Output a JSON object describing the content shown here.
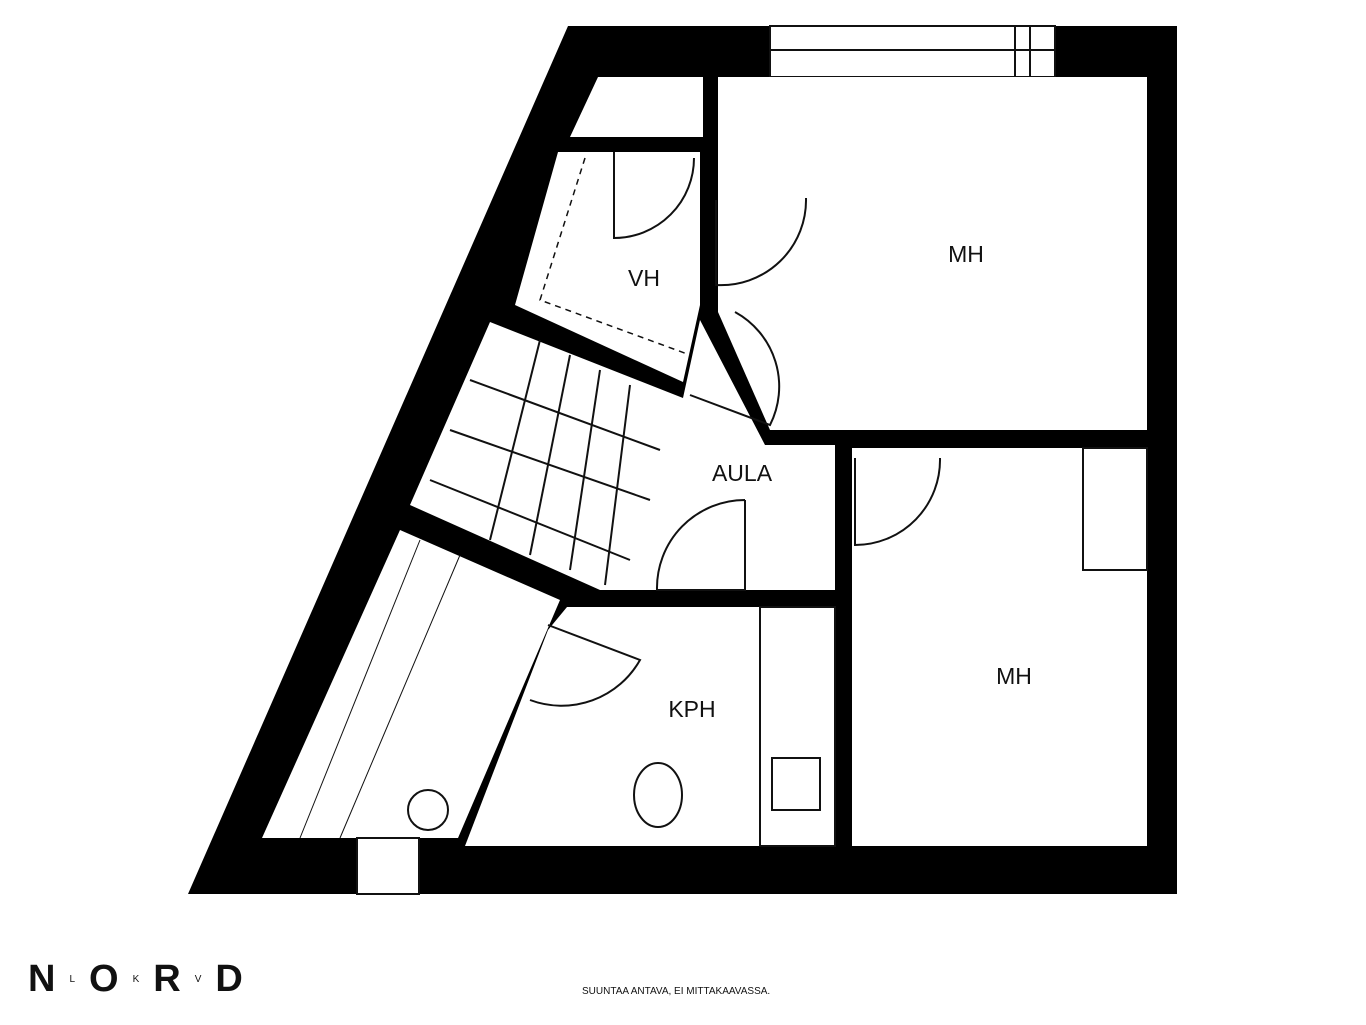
{
  "rooms": {
    "vh": "VH",
    "mh_top": "MH",
    "aula": "AULA",
    "kph": "KPH",
    "mh_bottom": "MH"
  },
  "footer": {
    "note": "SUUNTAA ANTAVA, EI MITTAKAAVASSA.",
    "logo": {
      "l1": "N",
      "s1": "L",
      "l2": "O",
      "s2": "K",
      "l3": "R",
      "s3": "V",
      "l4": "D"
    }
  }
}
